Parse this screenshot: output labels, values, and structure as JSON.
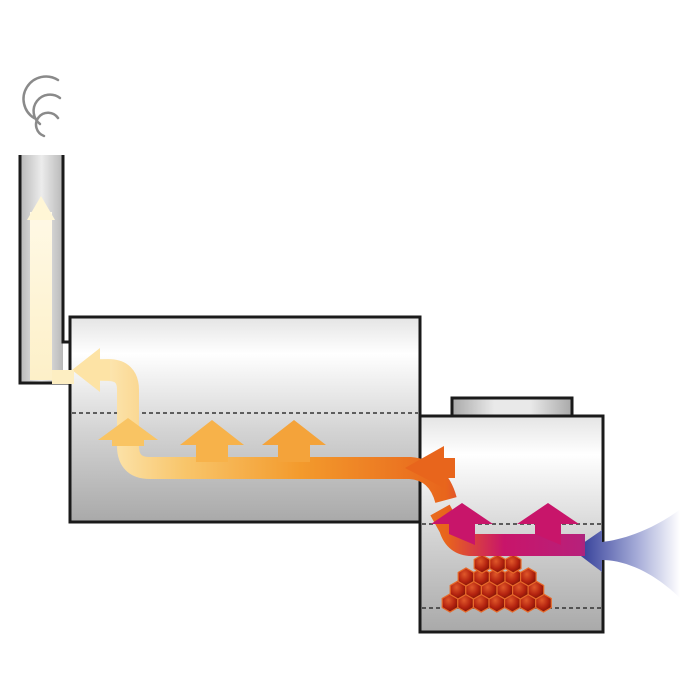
{
  "diagram": {
    "kind": "smoker airflow schematic",
    "components": [
      {
        "id": "smoke",
        "icon": "smoke-puffs-icon"
      },
      {
        "id": "chimney",
        "icon": "chimney-icon"
      },
      {
        "id": "cooking-chamber",
        "icon": "cooking-chamber-icon"
      },
      {
        "id": "firebox",
        "icon": "firebox-icon"
      },
      {
        "id": "firebox-lid-handle",
        "icon": "handle-icon"
      },
      {
        "id": "fire-embers",
        "icon": "embers-icon"
      },
      {
        "id": "air-intake",
        "icon": "air-intake-arrow-icon"
      }
    ],
    "flow": [
      {
        "stage": "air-intake",
        "color": "#4049a3"
      },
      {
        "stage": "firebox",
        "color": "#c8156a"
      },
      {
        "stage": "transition",
        "color": "#e8651c"
      },
      {
        "stage": "cooking-chamber",
        "color": "#f6a836"
      },
      {
        "stage": "chimney",
        "color": "#fff6d6"
      }
    ],
    "colors": {
      "outline": "#1a1a1a",
      "metal_light": "#ffffff",
      "metal_dark": "#b9b9b9",
      "ember": "#b3220f"
    }
  }
}
